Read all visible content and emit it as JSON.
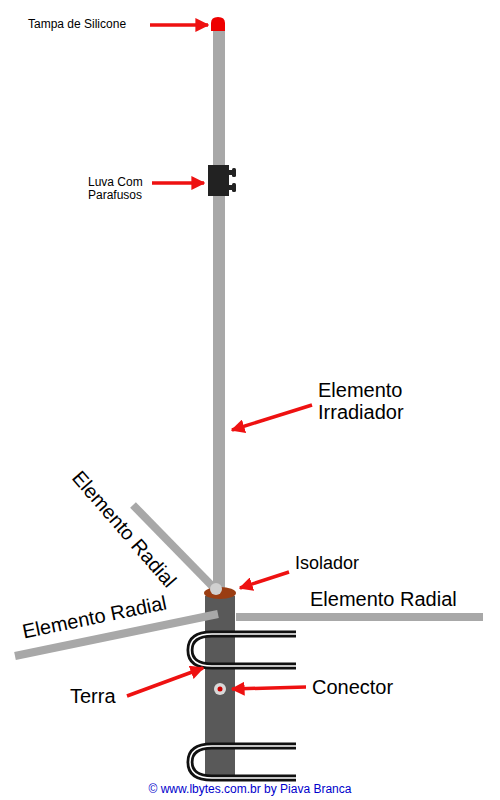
{
  "diagram": {
    "labels": [
      "Tampa de Silicone",
      "Luva Com Parafusos",
      "Elemento Irradiador",
      "Elemento Radial",
      "Isolador",
      "Elemento Radial",
      "Elemento Radial",
      "Terra",
      "Conector",
      "© www.lbytes.com.br by Piava Branca"
    ]
  }
}
